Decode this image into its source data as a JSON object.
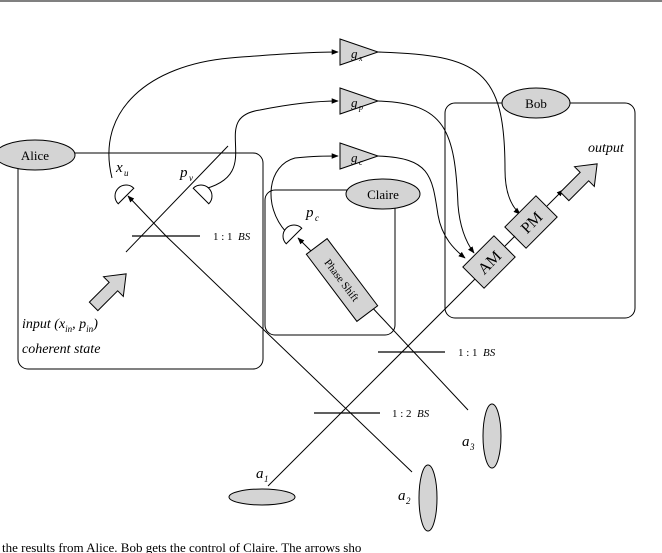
{
  "parties": {
    "alice": "Alice",
    "bob": "Bob",
    "claire": "Claire"
  },
  "gains": {
    "gx": {
      "base": "g",
      "sub": "x"
    },
    "gp": {
      "base": "g",
      "sub": "p"
    },
    "gc": {
      "base": "g",
      "sub": "c"
    }
  },
  "detectors": {
    "xu": {
      "base": "x",
      "sub": "u"
    },
    "pv": {
      "base": "p",
      "sub": "v"
    },
    "pc": {
      "base": "p",
      "sub": "c"
    }
  },
  "modulators": {
    "am": "AM",
    "pm": "PM"
  },
  "phase_shift": "Phase Shift",
  "beam_splitters": {
    "alice_bs": {
      "ratio": "1 : 1",
      "name": "BS"
    },
    "mid_bs": {
      "ratio": "1 : 1",
      "name": "BS"
    },
    "low_bs": {
      "ratio": "1 : 2",
      "name": "BS"
    }
  },
  "input": {
    "label_prefix": "input (x",
    "x_sub": "in",
    "sep": ", p",
    "p_sub": "in",
    "close": ")",
    "line2": "coherent state"
  },
  "output_label": "output",
  "ancillas": {
    "a1": {
      "base": "a",
      "sub": "1"
    },
    "a2": {
      "base": "a",
      "sub": "2"
    },
    "a3": {
      "base": "a",
      "sub": "3"
    }
  },
  "caption_fragment": "the results from Alice.  Bob gets the control of Claire.  The arrows sho",
  "colors": {
    "fill_gray": "#d4d4d4",
    "stroke": "#000000"
  }
}
